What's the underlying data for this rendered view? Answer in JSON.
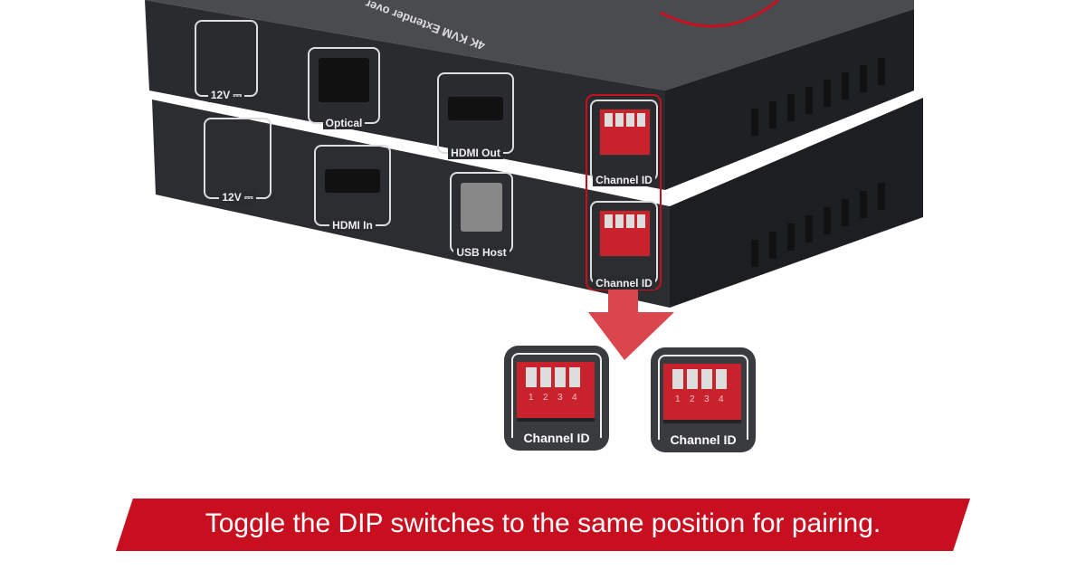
{
  "device_text": "4K KVM Extender over",
  "top_unit": {
    "ports": [
      "12V ⎓",
      "Optical",
      "HDMI Out",
      "Channel ID"
    ]
  },
  "bottom_unit": {
    "ports": [
      "12V ⎓",
      "HDMI In",
      "USB Host",
      "Channel ID"
    ]
  },
  "closeups": [
    {
      "label": "Channel ID",
      "numbers": [
        "1",
        "2",
        "3",
        "4"
      ]
    },
    {
      "label": "Channel ID",
      "numbers": [
        "1",
        "2",
        "3",
        "4"
      ]
    }
  ],
  "caption": "Toggle the DIP switches to the same position for pairing.",
  "colors": {
    "accent": "#c70f1f",
    "device": "#2a2b2e"
  }
}
